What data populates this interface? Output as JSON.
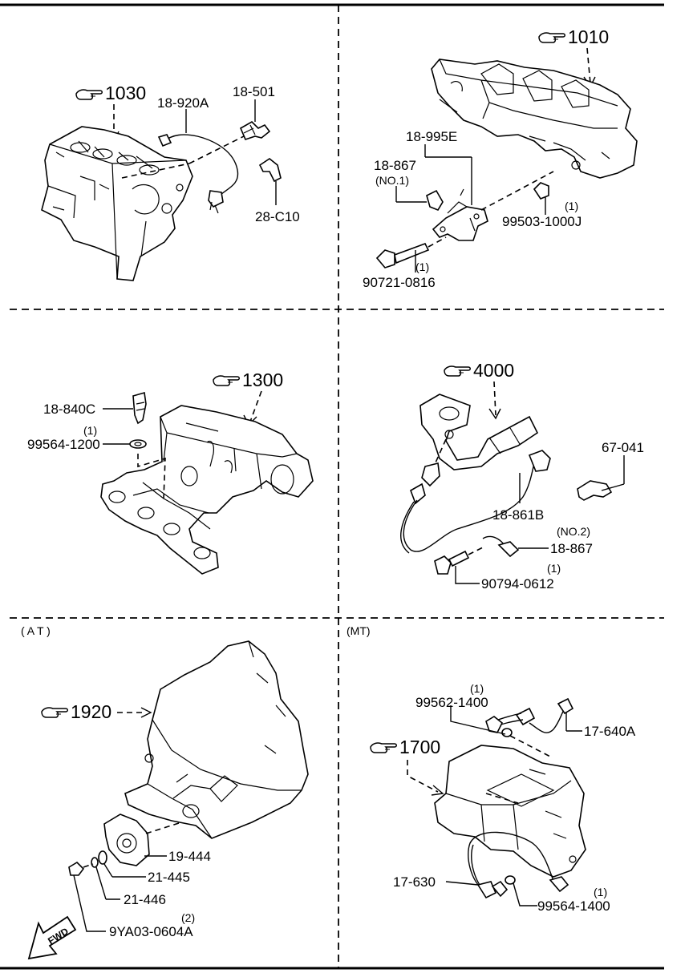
{
  "panels": {
    "p1": {
      "ref": "1030",
      "labels": {
        "a": "18-920A",
        "b": "18-501",
        "c": "28-C10"
      }
    },
    "p2": {
      "ref": "1010",
      "labels": {
        "a": "18-995E",
        "b": "18-867",
        "b2": "(NO.1)",
        "c_qty": "(1)",
        "c": "99503-1000J",
        "d_qty": "(1)",
        "d": "90721-0816"
      }
    },
    "p3": {
      "ref": "1300",
      "labels": {
        "a": "18-840C",
        "b_qty": "(1)",
        "b": "99564-1200"
      }
    },
    "p4": {
      "ref": "4000",
      "labels": {
        "a": "67-041",
        "b": "18-861B",
        "c2": "(NO.2)",
        "c": "18-867",
        "d_qty": "(1)",
        "d": "90794-0612"
      }
    },
    "p5": {
      "tag": "( A T )",
      "ref": "1920",
      "labels": {
        "a": "19-444",
        "b": "21-445",
        "c": "21-446",
        "d_qty": "(2)",
        "d": "9YA03-0604A",
        "fwd": "FWD"
      }
    },
    "p6": {
      "tag": "(MT)",
      "ref": "1700",
      "labels": {
        "a_qty": "(1)",
        "a": "99562-1400",
        "b": "17-640A",
        "c": "17-630",
        "d_qty": "(1)",
        "d": "99564-1400"
      }
    }
  },
  "icons": [
    "pointing-hand-icon",
    "fwd-arrow-icon"
  ]
}
